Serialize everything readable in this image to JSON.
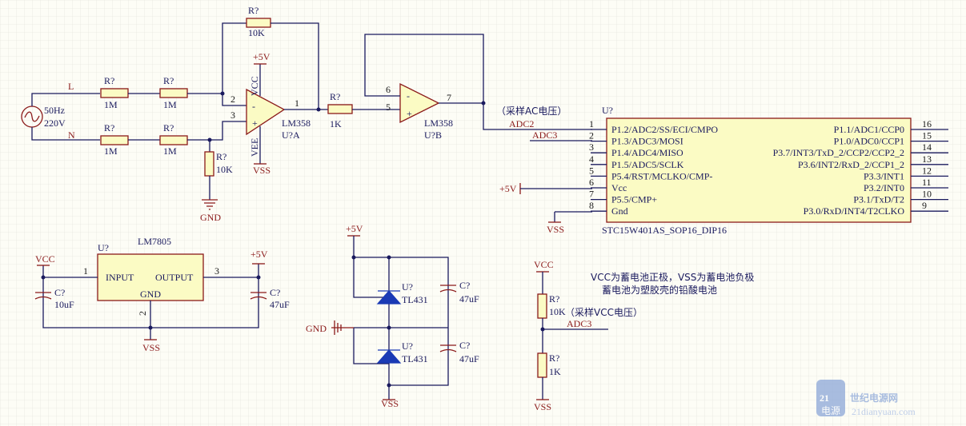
{
  "source": {
    "freq": "50Hz",
    "volt": "220V"
  },
  "nets": {
    "L": "L",
    "N": "N",
    "gnd": "GND",
    "vcc": "VCC",
    "vss": "VSS",
    "p5v": "+5V",
    "vee": "VEE",
    "adc2": "ADC2",
    "adc3": "ADC3"
  },
  "resistors": {
    "des": "R?",
    "v1M": "1M",
    "v10K": "10K",
    "v1K": "1K"
  },
  "opamp": {
    "part": "LM358",
    "a": "U?A",
    "b": "U?B",
    "pin1": "1",
    "pin2": "2",
    "pin3": "3",
    "pin5": "5",
    "pin6": "6",
    "pin7": "7",
    "minus": "-",
    "plus": "+"
  },
  "mcu": {
    "des": "U?",
    "part": "STC15W401AS_SOP16_DIP16",
    "left": [
      {
        "num": "1",
        "name": "P1.2/ADC2/SS/ECI/CMPO"
      },
      {
        "num": "2",
        "name": "P1.3/ADC3/MOSI"
      },
      {
        "num": "3",
        "name": "P1.4/ADC4/MISO"
      },
      {
        "num": "4",
        "name": "P1.5/ADC5/SCLK"
      },
      {
        "num": "5",
        "name": "P5.4/RST/MCLKO/CMP-"
      },
      {
        "num": "6",
        "name": "Vcc"
      },
      {
        "num": "7",
        "name": "P5.5/CMP+"
      },
      {
        "num": "8",
        "name": "Gnd"
      }
    ],
    "right": [
      {
        "num": "16",
        "name": "P1.1/ADC1/CCP0"
      },
      {
        "num": "15",
        "name": "P1.0/ADC0/CCP1"
      },
      {
        "num": "14",
        "name": "P3.7/INT3/TxD_2/CCP2/CCP2_2"
      },
      {
        "num": "13",
        "name": "P3.6/INT2/RxD_2/CCP1_2"
      },
      {
        "num": "12",
        "name": "P3.3/INT1"
      },
      {
        "num": "11",
        "name": "P3.2/INT0"
      },
      {
        "num": "10",
        "name": "P3.1/TxD/T2"
      },
      {
        "num": "9",
        "name": "P3.0/RxD/INT4/T2CLKO"
      }
    ]
  },
  "regulator": {
    "des": "U?",
    "part": "LM7805",
    "input": "INPUT",
    "output": "OUTPUT",
    "gnd": "GND",
    "pin1": "1",
    "pin2": "2",
    "pin3": "3"
  },
  "caps": {
    "des": "C?",
    "v10uF": "10uF",
    "v47uF": "47uF"
  },
  "shunt": {
    "des": "U?",
    "part": "TL431"
  },
  "notes": {
    "adc_sample": "（采样AC电压）",
    "vcc_sample": "（采样VCC电压）",
    "line1": "VCC为蓄电池正极，VSS为蓄电池负极",
    "line2": "蓄电池为塑胶壳的铅酸电池"
  },
  "watermark": {
    "num": "21",
    "cn": "世纪电源网",
    "small": "电源",
    "url": "21dianyuan.com"
  },
  "colors": {
    "wire": "#1a1a5e",
    "part": "#8b1a1a",
    "fill": "#fbfbc4",
    "grid": "#e6e6de"
  }
}
